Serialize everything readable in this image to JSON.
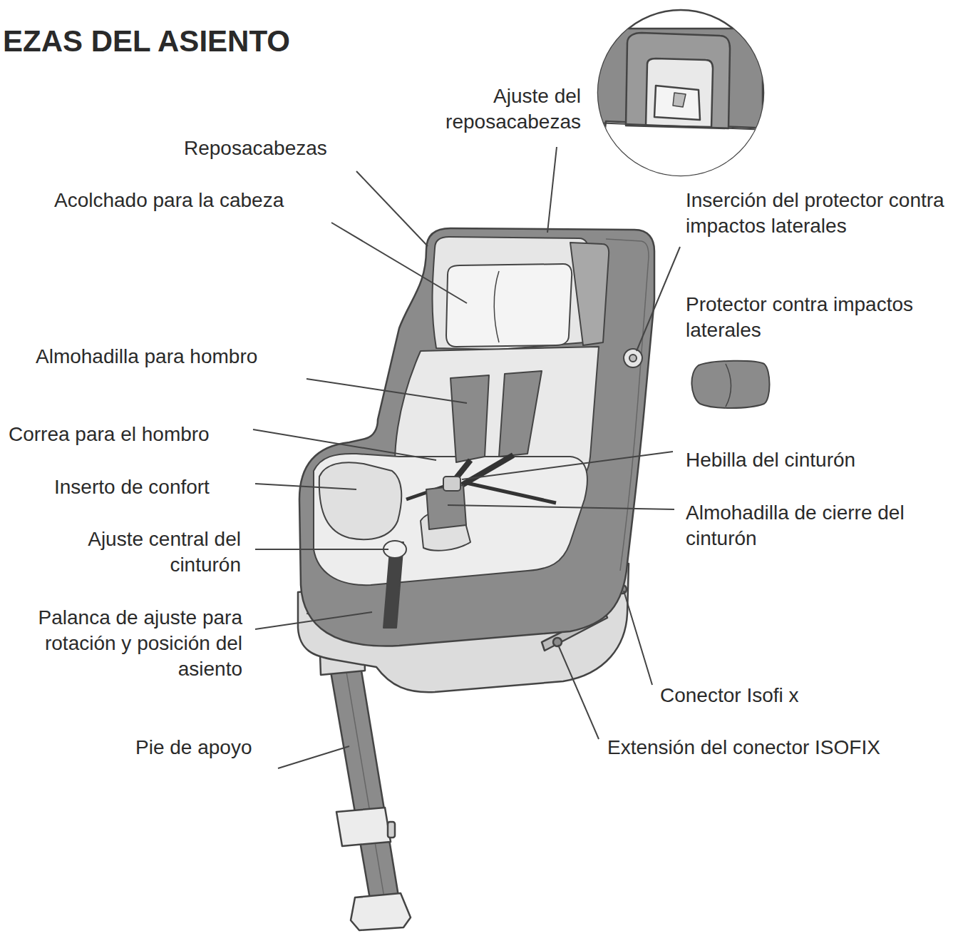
{
  "diagram": {
    "title": "EZAS DEL ASIENTO",
    "labels": [
      "Ajuste del reposacabezas",
      "Reposacabezas",
      "Acolchado para la cabeza",
      "Inserción del protector contra impactos laterales",
      "Protector contra impactos laterales",
      "Almohadilla para hombro",
      "Correa para el hombro",
      "Hebilla del cinturón",
      "Inserto de confort",
      "Almohadilla de cierre del cinturón",
      "Ajuste central del cinturón",
      "Palanca de ajuste para rotación y posición del asiento",
      "Conector Isofi x",
      "Pie de apoyo",
      "Extensión del conector ISOFIX"
    ]
  }
}
